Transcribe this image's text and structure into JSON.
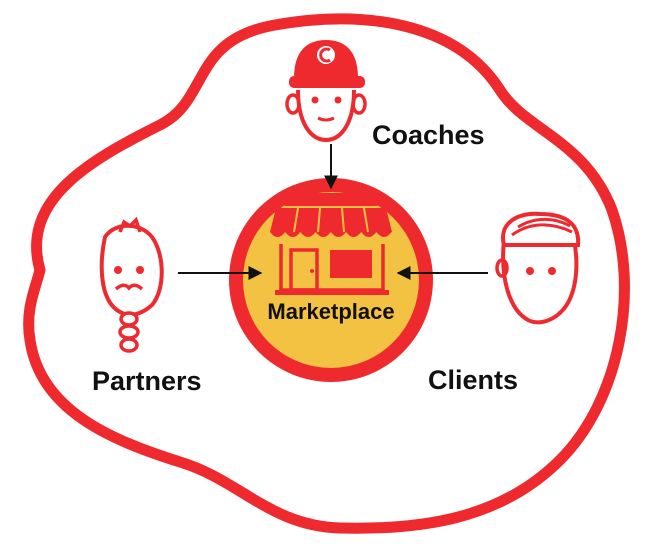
{
  "labels": {
    "coaches": "Coaches",
    "partners": "Partners",
    "clients": "Clients",
    "marketplace": "Marketplace"
  },
  "icons": {
    "coach": "coach-cap-face-icon",
    "partner": "partner-mustache-face-icon",
    "client": "client-face-icon",
    "store": "storefront-icon"
  },
  "colors": {
    "accent": "#ee2a2f",
    "center_fill": "#f3c243",
    "text": "#111111",
    "arrow": "#111111"
  }
}
